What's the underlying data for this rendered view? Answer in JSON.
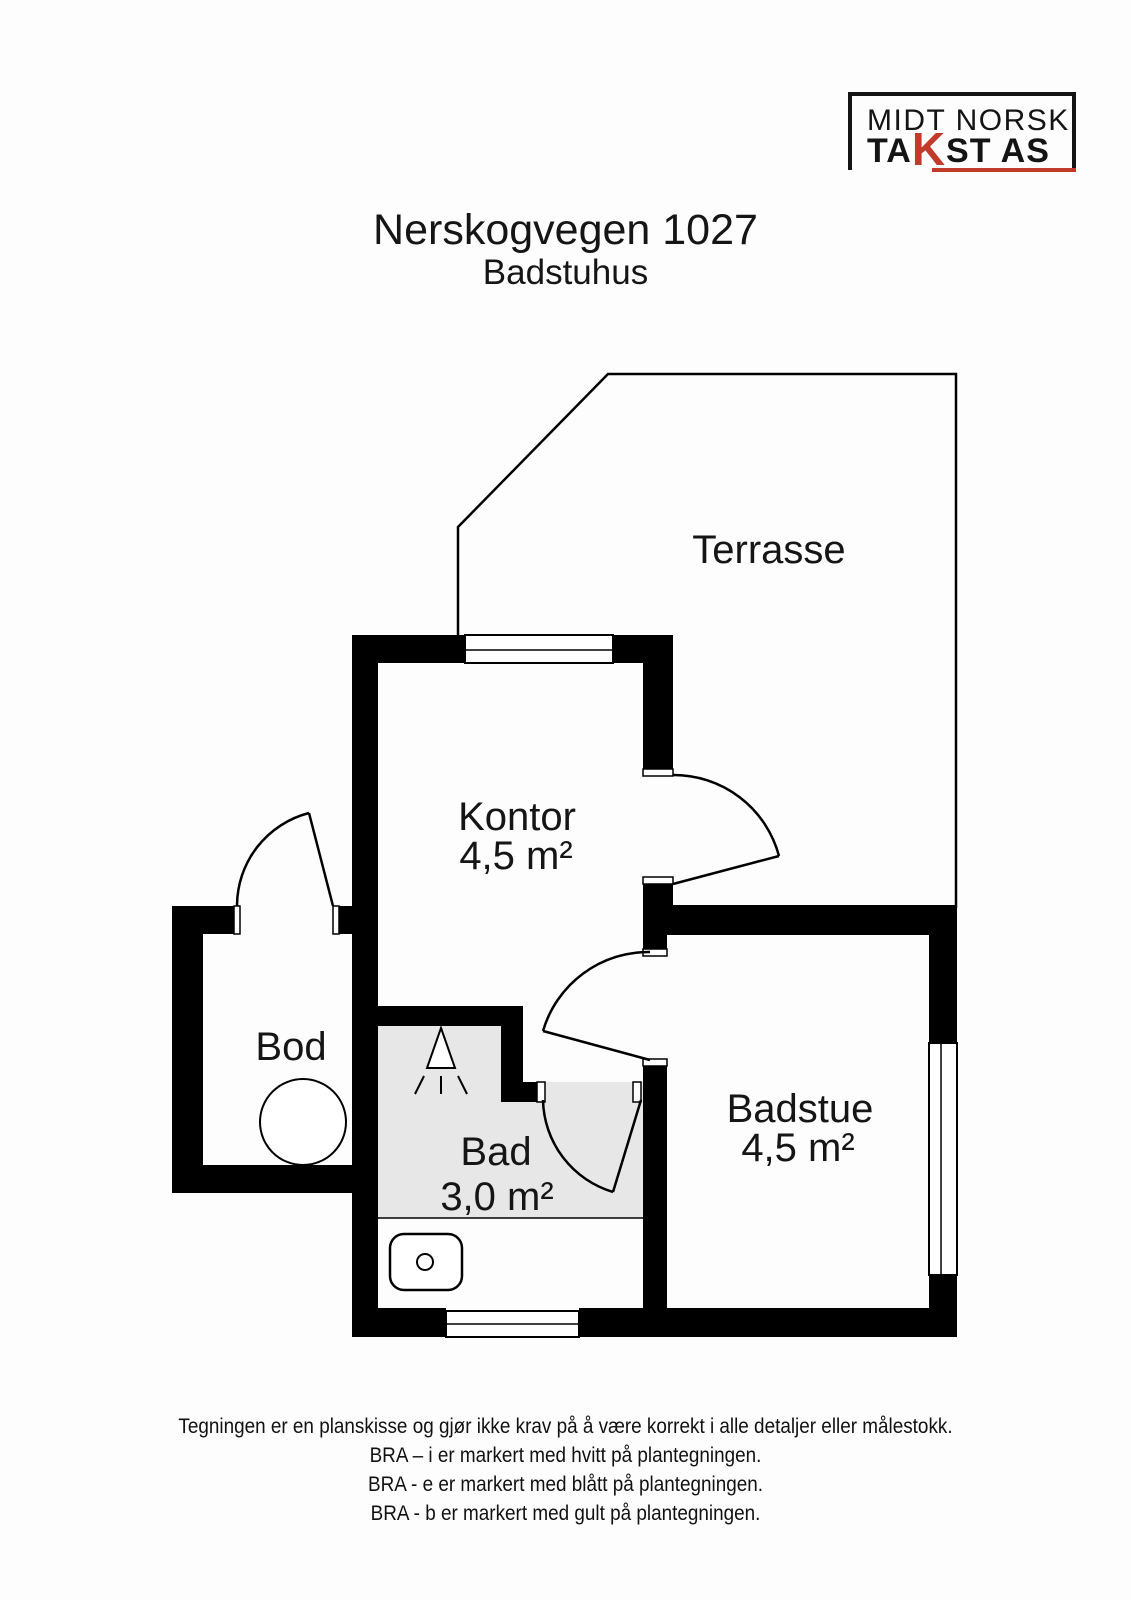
{
  "brand": {
    "line1": "MIDT NORSK",
    "tak_pre": "TA",
    "tak_k": "K",
    "tak_post": "ST AS",
    "accent_color": "#c23b2a"
  },
  "title": {
    "address": "Nerskogvegen 1027",
    "subtitle": "Badstuhus"
  },
  "plan": {
    "rooms": [
      {
        "name": "Terrasse",
        "area": ""
      },
      {
        "name": "Kontor",
        "area": "4,5 m²"
      },
      {
        "name": "Bod",
        "area": ""
      },
      {
        "name": "Bad",
        "area": "3,0 m²"
      },
      {
        "name": "Badstue",
        "area": "4,5 m²"
      }
    ],
    "colors": {
      "wall": "#000000",
      "bad_floor": "#e7e7e7",
      "outline": "#000000",
      "background": "#fdfdfd"
    }
  },
  "footer": {
    "lines": [
      "Tegningen er en planskisse og gjør ikke krav på å være korrekt i alle detaljer eller målestokk.",
      "BRA – i er markert med hvitt på plantegningen.",
      "BRA - e er markert med blått på plantegningen.",
      "BRA - b er markert med gult på plantegningen."
    ]
  }
}
